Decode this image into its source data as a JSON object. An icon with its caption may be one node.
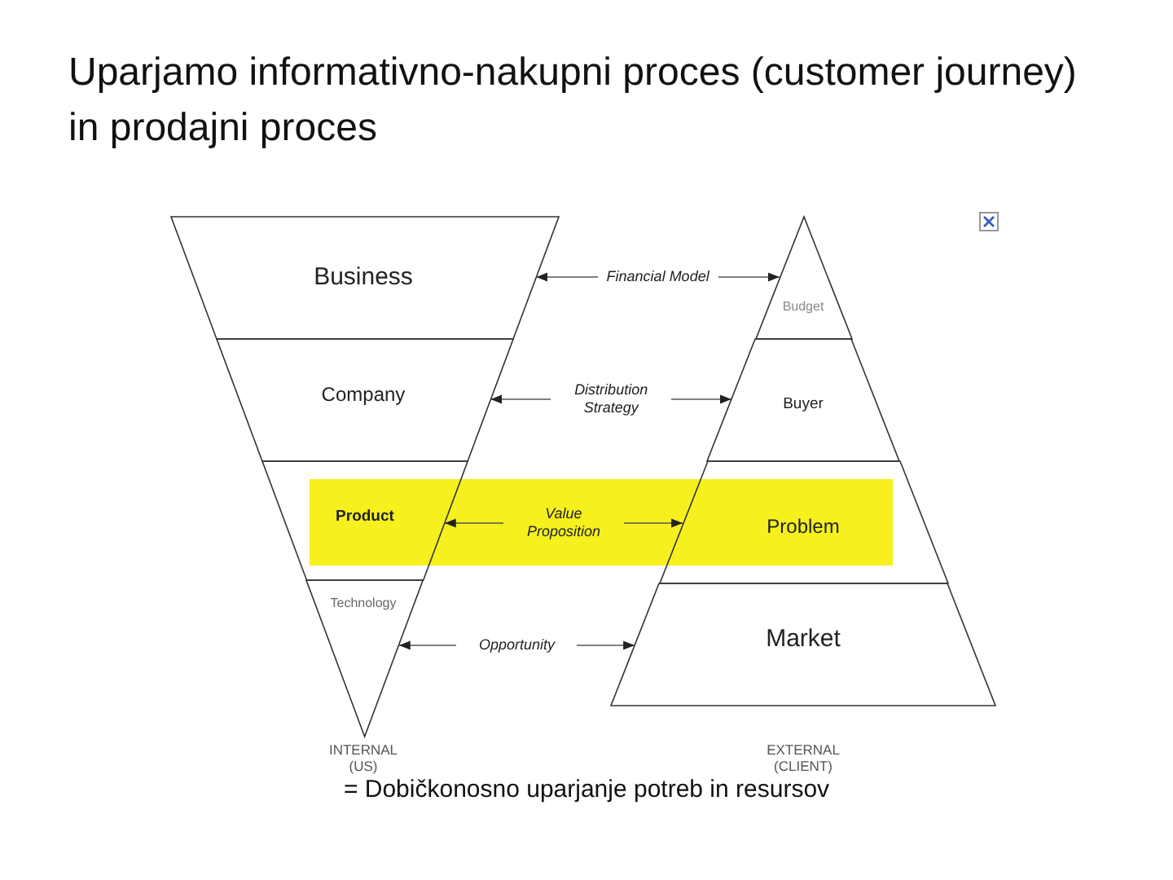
{
  "diagram": {
    "title": "Uparjamo informativno-nakupni proces (customer journey) in prodajni proces",
    "nodes": [
      {
        "text": [
          "Business"
        ]
      },
      {
        "text": [
          "Company"
        ]
      },
      {
        "text": [
          "Product"
        ]
      },
      {
        "text": [
          "Technology"
        ]
      },
      {
        "text": [
          "Budget"
        ]
      },
      {
        "text": [
          "Buyer"
        ]
      },
      {
        "text": [
          "Problem"
        ]
      },
      {
        "text": [
          "Market"
        ]
      }
    ],
    "edges": [
      {
        "from": 0,
        "to": 4,
        "arrow": "both",
        "label": "Financial Model"
      },
      {
        "from": 1,
        "to": 5,
        "arrow": "both",
        "label": "Distribution Strategy"
      },
      {
        "from": 2,
        "to": 6,
        "arrow": "both",
        "label": "Value Proposition"
      },
      {
        "from": 3,
        "to": 7,
        "arrow": "both",
        "label": "Opportunity"
      }
    ],
    "labels": [
      "INTERNAL (US)",
      "EXTERNAL (CLIENT)",
      "= Dobičkonosno uparjanje potreb in resursov"
    ]
  }
}
